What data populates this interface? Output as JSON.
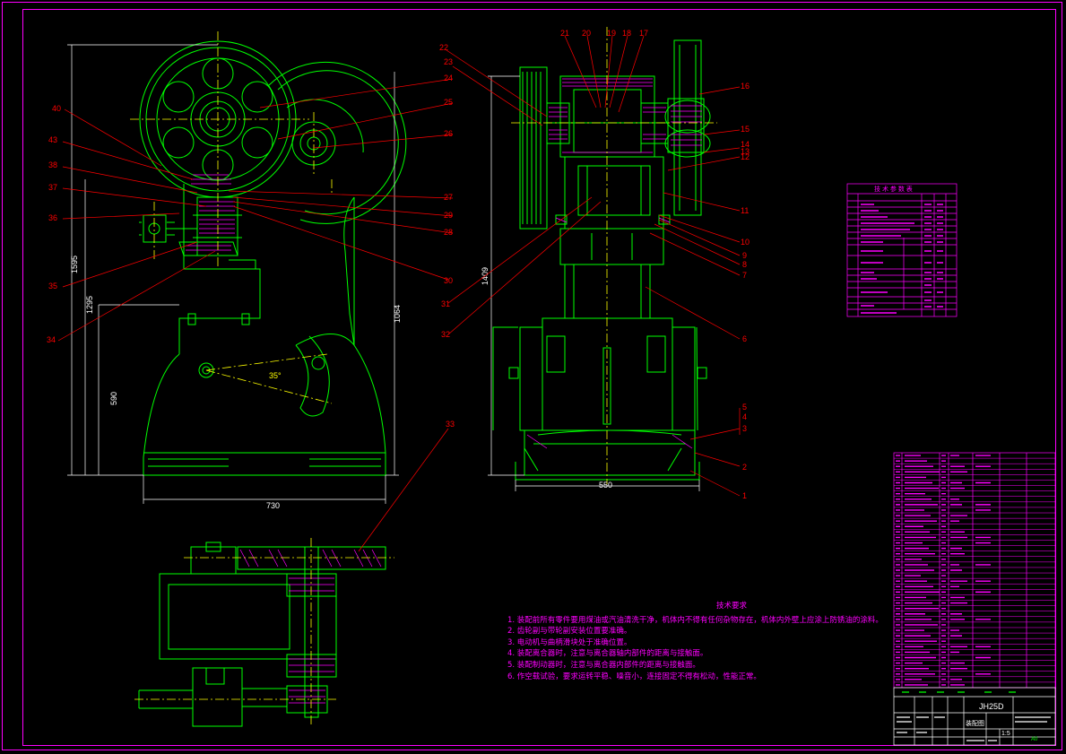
{
  "colors": {
    "background": "#000000",
    "outline": "#00ff00",
    "leader": "#ff0000",
    "hatch": "#ff00ff",
    "center": "#ffff00",
    "dimension": "#ffffff"
  },
  "dimensions": {
    "side_width": "730",
    "front_width": "550",
    "h1": "1595",
    "h2": "1295",
    "h3": "590",
    "h4": "1064",
    "h5": "1409",
    "angle": "35°"
  },
  "callouts_left": [
    "40",
    "43",
    "38",
    "37",
    "36",
    "35",
    "34"
  ],
  "callouts_mid": [
    "24",
    "25",
    "26",
    "27",
    "29",
    "28",
    "30",
    "31",
    "33"
  ],
  "callouts_top": [
    "22",
    "23",
    "21",
    "20",
    "19",
    "18",
    "17"
  ],
  "callouts_right": [
    "16",
    "15",
    "14",
    "13",
    "12",
    "11",
    "10",
    "9",
    "8",
    "7",
    "6",
    "5",
    "4",
    "3",
    "2",
    "1"
  ],
  "callout_misc": "32",
  "param_table": {
    "title": "技 术 参 数 表"
  },
  "tech_notes": {
    "title": "技术要求",
    "items": [
      "1. 装配前所有零件要用煤油或汽油清洗干净，机体内不得有任何杂物存在，机体内外壁上应涂上防锈油的涂料。",
      "2. 齿轮副与带轮副安装位置要准确。",
      "3. 电动机与曲柄滑块处于准确位置。",
      "4. 装配离合器时，注意与离合器轴内部件的距离与接触面。",
      "5. 装配制动器时，注意与离合器内部件的距离与接触面。",
      "6. 作空载试验，要求运转平稳、噪音小，连接固定不得有松动，性能正常。"
    ]
  },
  "title_block": {
    "model": "JH25D",
    "drawing_type": "装配图",
    "scale": "1:5",
    "sheet": "A0"
  }
}
